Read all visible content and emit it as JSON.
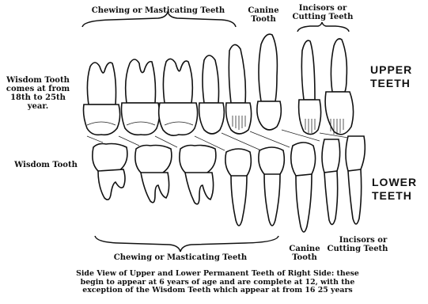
{
  "labels": {
    "chewing_top": "Chewing or Masticating Teeth",
    "canine_top_1": "Canine",
    "canine_top_2": "Tooth",
    "incisors_top_1": "Incisors or",
    "incisors_top_2": "Cutting Teeth",
    "wisdom_upper_1": "Wisdom Tooth",
    "wisdom_upper_2": "comes at from",
    "wisdom_upper_3": "18th to 25th",
    "wisdom_upper_4": "year.",
    "wisdom_lower": "Wisdom Tooth",
    "upper_1": "UPPER",
    "upper_2": "TEETH",
    "lower_1": "LOWER",
    "lower_2": "TEETH",
    "incisors_bottom_1": "Incisors or",
    "incisors_bottom_2": "Cutting Teeth",
    "canine_bottom_1": "Canine",
    "canine_bottom_2": "Tooth",
    "chewing_bottom": "Chewing or Masticating Teeth"
  },
  "caption": {
    "line1": "Side View of Upper and Lower Permanent Teeth of Right Side: these",
    "line2": "begin to appear at 6 years of age and are complete at 12, with the",
    "line3": "exception of the Wisdom Teeth which appear at from 16 25 years"
  }
}
